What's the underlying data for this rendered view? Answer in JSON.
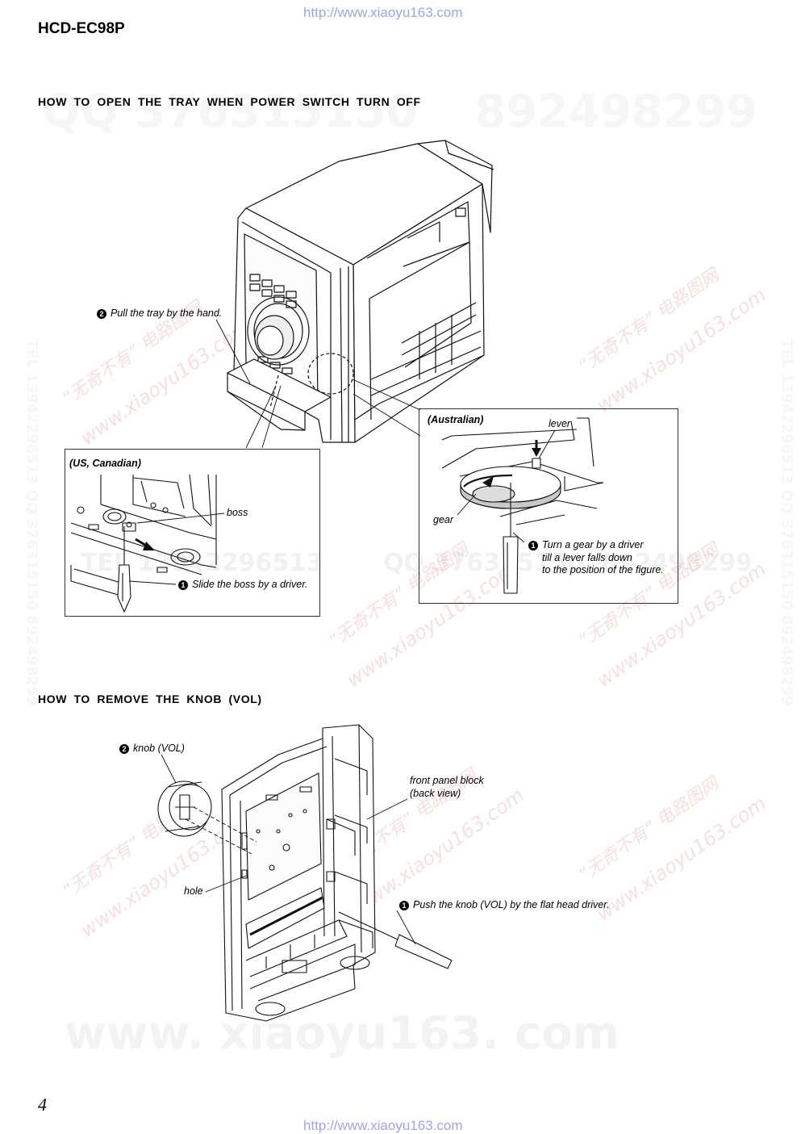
{
  "header": {
    "url_top": "http://www.xiaoyu163.com",
    "model": "HCD-EC98P"
  },
  "section1": {
    "heading": "HOW  TO  OPEN  THE  TRAY  WHEN  POWER  SWITCH  TURN  OFF",
    "step2_num": "2",
    "step2": "Pull the tray by the hand.",
    "us_box": {
      "title": "(US, Canadian)",
      "boss_label": "boss",
      "step1_num": "1",
      "step1": "Slide the boss by a driver."
    },
    "au_box": {
      "title": "(Australian)",
      "lever_label": "lever",
      "gear_label": "gear",
      "step1_num": "1",
      "step1_line1": "Turn a gear by a driver",
      "step1_line2": "till a lever falls down",
      "step1_line3": "to the position of the figure."
    }
  },
  "section2": {
    "heading": "HOW  TO  REMOVE  THE  KNOB (VOL)",
    "knob_num": "2",
    "knob_label": "knob (VOL)",
    "front_panel_line1": "front panel block",
    "front_panel_line2": "(back view)",
    "hole_label": "hole",
    "step1_num": "1",
    "step1": "Push the knob (VOL) by the flat head driver."
  },
  "footer": {
    "page_number": "4",
    "url_bottom": "http://www.xiaoyu163.com"
  },
  "watermarks": {
    "qq_top": "QQ 376315150",
    "num_top": "892498299",
    "tel_left": "TEL 13942296513  QQ 376315150  892498299",
    "tel_right": "TEL 13942296513  QQ 376315150  892498299",
    "mid_a": "TEL 13942296513",
    "mid_b": "QQ 376315150",
    "mid_c": "892498299",
    "cn_1": "“无奇不有” 电路图网",
    "www_1": "www.xiaoyu163.com",
    "bottom": "www. xiaoyu163. com"
  }
}
